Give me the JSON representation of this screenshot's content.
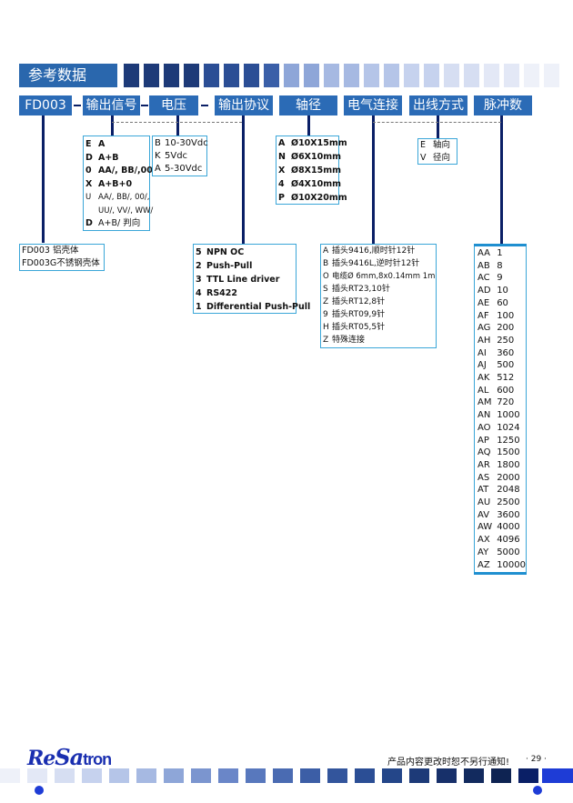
{
  "header": {
    "title": "参考数据"
  },
  "code_row": {
    "model": "FD003",
    "output_signal": "输出信号",
    "voltage": "电压",
    "output_protocol": "输出协议",
    "shaft": "轴径",
    "electrical": "电气连接",
    "outlet": "出线方式",
    "pulses": "脉冲数"
  },
  "output_signal_options": [
    {
      "code": "E",
      "text": "A"
    },
    {
      "code": "D",
      "text": "A+B"
    },
    {
      "code": "0",
      "text": "AA/, BB/,00/"
    },
    {
      "code": "X",
      "text": "A+B+0"
    },
    {
      "code": "U",
      "text": "AA/, BB/, 00/,"
    },
    {
      "code": "",
      "text": "UU/, VV/, WW/"
    },
    {
      "code": "D",
      "text": "A+B/ 判向"
    }
  ],
  "voltage_options": [
    {
      "code": "B",
      "text": "10-30Vdc"
    },
    {
      "code": "K",
      "text": "5Vdc"
    },
    {
      "code": "A",
      "text": "5-30Vdc"
    }
  ],
  "housing_options": [
    {
      "code": "FD003",
      "text": "铝壳体"
    },
    {
      "code": "FD003G",
      "text": "不锈钢壳体"
    }
  ],
  "protocol_options": [
    {
      "code": "5",
      "text": "NPN OC"
    },
    {
      "code": "2",
      "text": "Push-Pull"
    },
    {
      "code": "3",
      "text": "TTL Line driver"
    },
    {
      "code": "4",
      "text": "RS422"
    },
    {
      "code": "1",
      "text": "Differential Push-Pull"
    }
  ],
  "shaft_options": [
    {
      "code": "A",
      "text": "Ø10X15mm"
    },
    {
      "code": "N",
      "text": "Ø6X10mm"
    },
    {
      "code": "X",
      "text": "Ø8X15mm"
    },
    {
      "code": "4",
      "text": "Ø4X10mm"
    },
    {
      "code": "P",
      "text": "Ø10X20mm"
    }
  ],
  "electrical_options": [
    {
      "code": "A",
      "text": "插头9416,顺时针12针"
    },
    {
      "code": "B",
      "text": "插头9416L,逆时针12针"
    },
    {
      "code": "O",
      "text": "电缆Ø 6mm,8x0.14mm 1m"
    },
    {
      "code": "S",
      "text": "插头RT23,10针"
    },
    {
      "code": "Z",
      "text": "插头RT12,8针"
    },
    {
      "code": "9",
      "text": "插头RT09,9针"
    },
    {
      "code": "H",
      "text": "插头RT05,5针"
    },
    {
      "code": "Z",
      "text": "特殊连接"
    }
  ],
  "outlet_options": [
    {
      "code": "E",
      "text": "轴向"
    },
    {
      "code": "V",
      "text": "径向"
    }
  ],
  "pulse_options": [
    {
      "code": "AA",
      "text": "1"
    },
    {
      "code": "AB",
      "text": "8"
    },
    {
      "code": "AC",
      "text": "9"
    },
    {
      "code": "AD",
      "text": "10"
    },
    {
      "code": "AE",
      "text": "60"
    },
    {
      "code": "AF",
      "text": "100"
    },
    {
      "code": "AG",
      "text": "200"
    },
    {
      "code": "AH",
      "text": "250"
    },
    {
      "code": "AI",
      "text": "360"
    },
    {
      "code": "AJ",
      "text": "500"
    },
    {
      "code": "AK",
      "text": "512"
    },
    {
      "code": "AL",
      "text": "600"
    },
    {
      "code": "AM",
      "text": "720"
    },
    {
      "code": "AN",
      "text": "1000"
    },
    {
      "code": "AO",
      "text": "1024"
    },
    {
      "code": "AP",
      "text": "1250"
    },
    {
      "code": "AQ",
      "text": "1500"
    },
    {
      "code": "AR",
      "text": "1800"
    },
    {
      "code": "AS",
      "text": "2000"
    },
    {
      "code": "AT",
      "text": "2048"
    },
    {
      "code": "AU",
      "text": "2500"
    },
    {
      "code": "AV",
      "text": "3600"
    },
    {
      "code": "AW",
      "text": "4000"
    },
    {
      "code": "AX",
      "text": "4096"
    },
    {
      "code": "AY",
      "text": "5000"
    },
    {
      "code": "AZ",
      "text": "10000"
    }
  ],
  "footer": {
    "logo_re": "Re",
    "logo_sa": "Sa",
    "logo_tron": "tron",
    "notice": "产品内容更改时恕不另行通知!",
    "page": "· 29 ·"
  },
  "colors": {
    "accent": "#2b6bb6",
    "dark": "#0a1f66",
    "box_border": "#3aa6d8",
    "logo": "#1a2fb0"
  }
}
